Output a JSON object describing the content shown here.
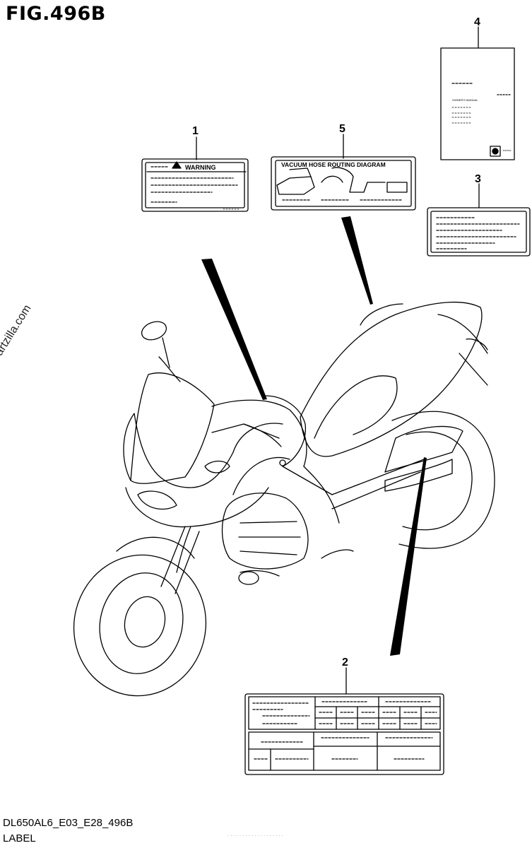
{
  "figure": {
    "title": "FIG.496B",
    "watermark": "© Partzilla.com",
    "code": "DL650AL6_E03_E28_496B",
    "section": "LABEL"
  },
  "callouts": [
    {
      "number": "1",
      "part": "warning-label",
      "text": "WARNING"
    },
    {
      "number": "2",
      "part": "information-label-table"
    },
    {
      "number": "3",
      "part": "information-label"
    },
    {
      "number": "4",
      "part": "owners-manual",
      "text": "OWNER'S MANUAL"
    },
    {
      "number": "5",
      "part": "vacuum-hose-label",
      "text": "VACUUM HOSE ROUTING DIAGRAM"
    }
  ]
}
